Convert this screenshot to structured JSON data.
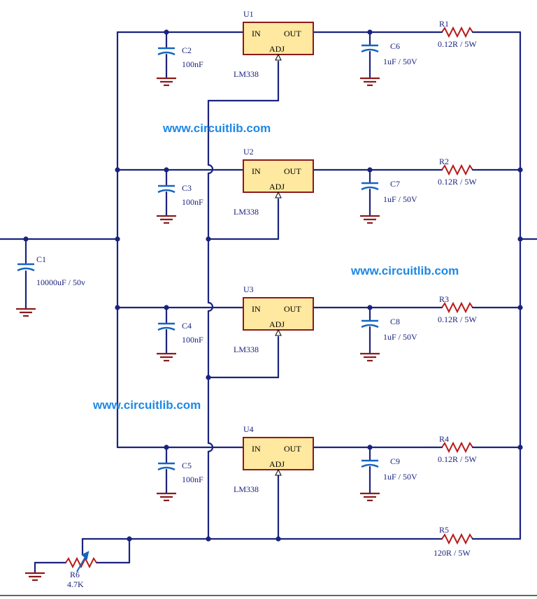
{
  "regulators": [
    {
      "ref": "U1",
      "part": "LM338",
      "pin_in": "IN",
      "pin_out": "OUT",
      "pin_adj": "ADJ",
      "cin_ref": "C2",
      "cin_val": "100nF",
      "cout_ref": "C6",
      "cout_val": "1uF / 50V",
      "r_ref": "R1",
      "r_val": "0.12R / 5W"
    },
    {
      "ref": "U2",
      "part": "LM338",
      "pin_in": "IN",
      "pin_out": "OUT",
      "pin_adj": "ADJ",
      "cin_ref": "C3",
      "cin_val": "100nF",
      "cout_ref": "C7",
      "cout_val": "1uF / 50V",
      "r_ref": "R2",
      "r_val": "0.12R / 5W"
    },
    {
      "ref": "U3",
      "part": "LM338",
      "pin_in": "IN",
      "pin_out": "OUT",
      "pin_adj": "ADJ",
      "cin_ref": "C4",
      "cin_val": "100nF",
      "cout_ref": "C8",
      "cout_val": "1uF / 50V",
      "r_ref": "R3",
      "r_val": "0.12R / 5W"
    },
    {
      "ref": "U4",
      "part": "LM338",
      "pin_in": "IN",
      "pin_out": "OUT",
      "pin_adj": "ADJ",
      "cin_ref": "C5",
      "cin_val": "100nF",
      "cout_ref": "C9",
      "cout_val": "1uF / 50V",
      "r_ref": "R4",
      "r_val": "0.12R / 5W"
    }
  ],
  "c1": {
    "ref": "C1",
    "val": "10000uF / 50v"
  },
  "r5": {
    "ref": "R5",
    "val": "120R / 5W"
  },
  "r6": {
    "ref": "R6",
    "val": "4.7K"
  },
  "watermark": "www.circuitlib.com",
  "colors": {
    "wire": "#1a237e",
    "ground": "#8b1a1a",
    "capacitor": "#1565c0",
    "resistor": "#b71c1c",
    "ic_fill": "#ffe8a0",
    "watermark": "#1e88e5"
  }
}
